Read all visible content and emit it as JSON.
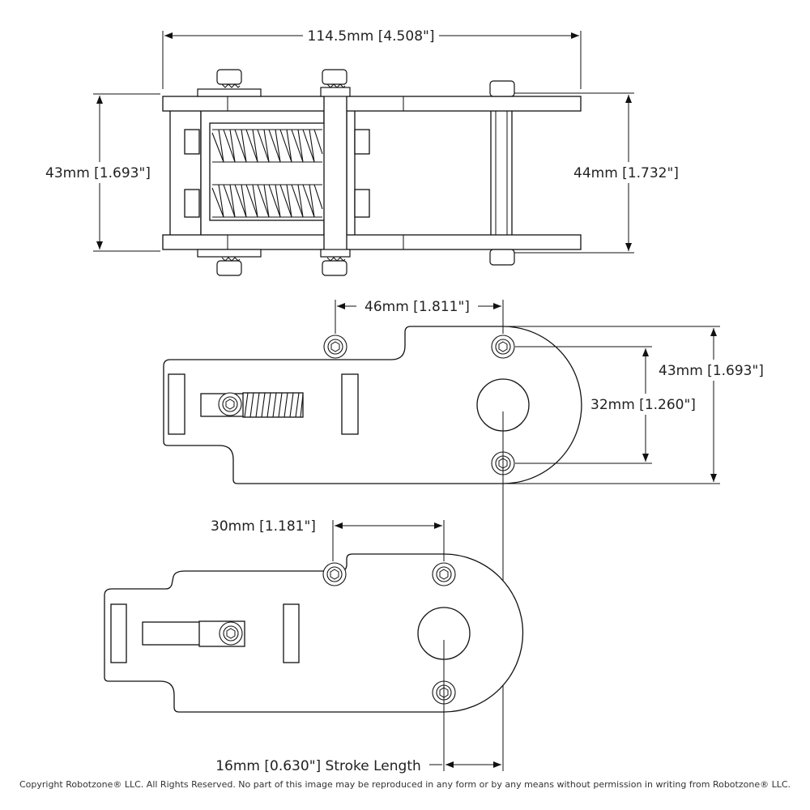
{
  "dimensions": {
    "overall_length": "114.5mm [4.508\"]",
    "height_left": "43mm [1.693\"]",
    "height_right": "44mm [1.732\"]",
    "hole_spacing_extended": "46mm [1.811\"]",
    "plate_height": "43mm [1.693\"]",
    "hub_hole_spacing": "32mm [1.260\"]",
    "hole_spacing_retracted": "30mm [1.181\"]",
    "stroke_length": "16mm [0.630\"] Stroke Length"
  },
  "copyright": "Copyright Robotzone® LLC.  All Rights Reserved. No part of this image may be reproduced in any form or by any means without permission in writing from Robotzone® LLC."
}
